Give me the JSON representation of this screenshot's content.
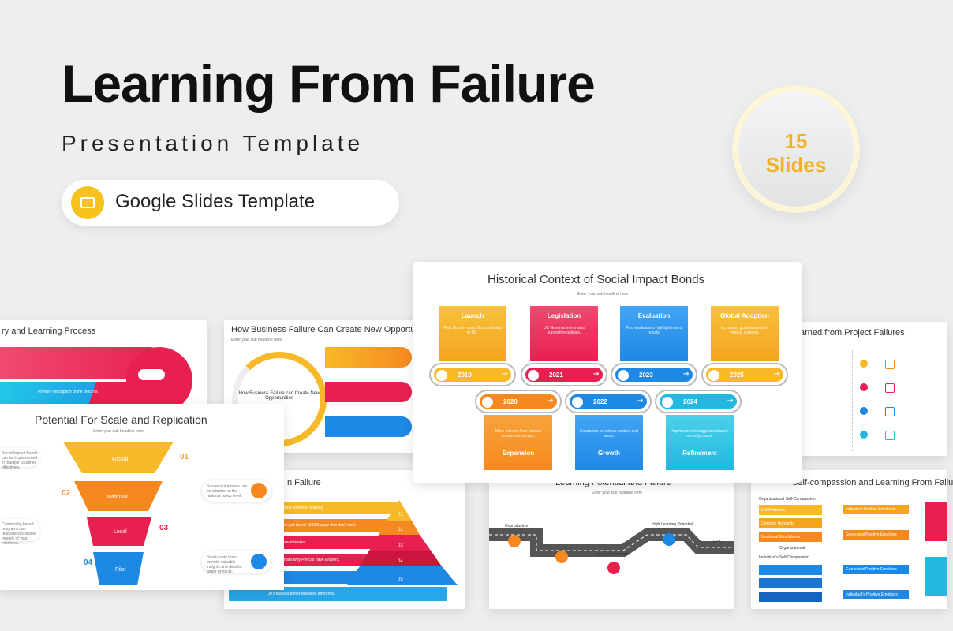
{
  "hero": {
    "title": "Learning From Failure",
    "subtitle": "Presentation Template",
    "platform_label": "Google Slides Template",
    "badge_number": "15",
    "badge_label": "Slides"
  },
  "slides": {
    "main": {
      "title": "Historical Context of Social Impact Bonds",
      "subhead": "Enter your sub headline here",
      "top": [
        {
          "label": "Launch",
          "text": "First Social Impact Bond initiated in UK.",
          "year": "2019"
        },
        {
          "label": "Legislation",
          "text": "UK Government enacts supportive policies.",
          "year": "2021"
        },
        {
          "label": "Evaluation",
          "text": "First evaluations highlight mixed results.",
          "year": "2023"
        },
        {
          "label": "Global Adoption",
          "text": "Increased global interest in various contexts.",
          "year": "2025"
        }
      ],
      "bottom": [
        {
          "label": "Expansion",
          "text": "More interest from various countries emerges.",
          "year": "2020"
        },
        {
          "label": "Growth",
          "text": "Expansion to various sectors and areas.",
          "year": "2022"
        },
        {
          "label": "Refinement",
          "text": "Improvements suggested based on early cases.",
          "year": "2024"
        }
      ]
    },
    "recovery": {
      "title": "ry and Learning Process",
      "line": "Primary description of the process"
    },
    "business": {
      "title": "How Business Failure Can Create New Opportuni",
      "subhead": "Enter your sub headline here",
      "center": "How Business Failure can Create New Opportunities"
    },
    "scale": {
      "title": "Potential For Scale and Replication",
      "subhead": "Enter your sub headline here",
      "levels": [
        {
          "label": "Global",
          "num": "01"
        },
        {
          "label": "National",
          "num": "02"
        },
        {
          "label": "Local",
          "num": "03"
        },
        {
          "label": "Pilot",
          "num": "04"
        }
      ],
      "notes": [
        "Successful models can be adapted at the national policy level.",
        "Small-scale trials provide valuable insights and data for larger projects."
      ],
      "left_notes": [
        "Social Impact Bonds can be implemented in multiple countries effectively.",
        "Community-based programs can replicate successful models of your initiatives."
      ]
    },
    "failure": {
      "title": "n Failure",
      "bars": [
        "...the stepping stones to learning",
        "...failed, I've just found 10,000 ways that don't work.",
        "...take a new mistakes.",
        "...perfect that's why Pencils have Erasers.",
        "Let's make a better Mistakes tomorrow."
      ],
      "pyr": [
        "01",
        "02",
        "03",
        "04",
        "05"
      ]
    },
    "road": {
      "title": "Learning Potential and Failure",
      "subhead": "Enter your sub headline here",
      "labels": [
        "Unproductive",
        "Lack of Knowledge",
        "High Learning Potential",
        "EPIC!"
      ]
    },
    "project": {
      "title": "arned from Project Failures"
    },
    "selfc": {
      "title": "Self-compassion and Learning From Failu",
      "org": "Organizational Self-Compassion",
      "ind": "Individual's Self Compassion",
      "items": [
        "Self-Kindness",
        "Common Humanity",
        "Emotional Mindfulness"
      ],
      "mid": "Organizational",
      "outs": [
        "Individual Positive Emotions",
        "Generated Positive Emotions",
        "Generated Positive Emotions",
        "Individual's Positive Emotions"
      ]
    }
  },
  "colors": {
    "yellow": "#f7b928",
    "red": "#e8204f",
    "blue": "#1e88e5",
    "orange": "#f5891f",
    "cyan": "#22b8e0",
    "green": "#3db37a"
  }
}
